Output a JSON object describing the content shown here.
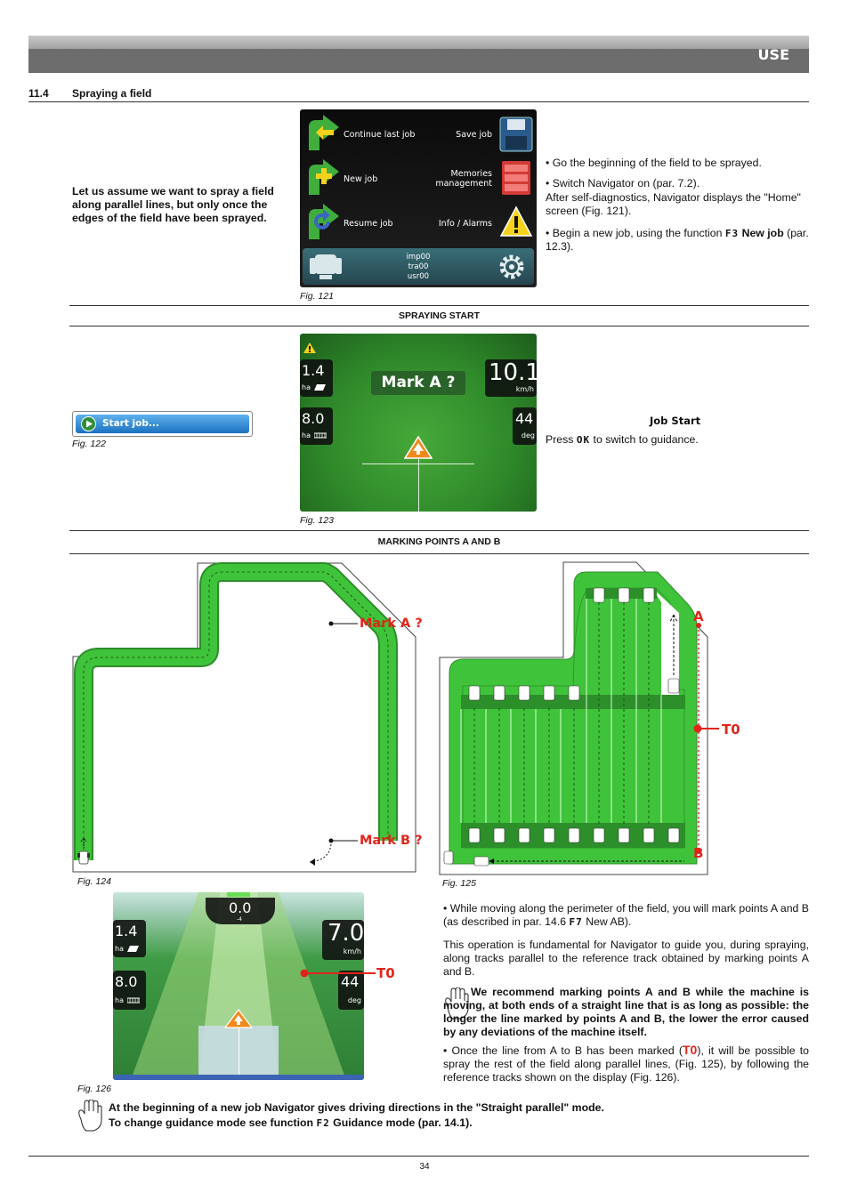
{
  "header": {
    "title": "USE"
  },
  "section": {
    "number": "11.4",
    "title": "Spraying a field"
  },
  "intro_text": "Let us assume we want to spray a field along parallel lines, but only once the edges of the field have been sprayed.",
  "home_screen": {
    "continue": "Continue last job",
    "save": "Save job",
    "new_job": "New job",
    "memories_1": "Memories",
    "memories_2": "management",
    "resume": "Resume job",
    "info": "Info / Alarms",
    "user_1": "imp00",
    "user_2": "tra00",
    "user_3": "usr00"
  },
  "fig121": "Fig. 121",
  "steps": {
    "s1": "• Go the beginning of the field to be sprayed.",
    "s2": "• Switch Navigator on (par. 7.2).",
    "s2b": "After self-diagnostics, Navigator displays the \"Home\" screen (Fig. 121).",
    "s3a": "• Begin a new job, using the function",
    "s3key": "F3",
    "s3b": "New job",
    "s3c": "(par. 12.3)."
  },
  "spraying_start": "SPRAYING START",
  "start_job_btn": "Start job...",
  "fig122": "Fig. 122",
  "guidance1": {
    "area1": "1.4",
    "unit1": "ha",
    "speed": "10.1",
    "speed_unit": "km/h",
    "area2": "8.0",
    "unit2": "ha",
    "heading": "44",
    "heading_unit": "deg",
    "prompt": "Mark A ?"
  },
  "fig123": "Fig. 123",
  "job_start": {
    "title": "Job Start",
    "press": "Press",
    "key": "OK",
    "rest": "to switch to guidance."
  },
  "marking_points": "MARKING POINTS A AND B",
  "fig124": {
    "mark_a": "Mark A ?",
    "mark_b": "Mark B ?",
    "caption": "Fig. 124"
  },
  "fig125": {
    "a": "A",
    "b": "B",
    "t0": "T0",
    "caption": "Fig. 125"
  },
  "guidance2": {
    "offset": "0.0",
    "offset_sub": "-4",
    "area1": "1.4",
    "unit1": "ha",
    "speed": "7.0",
    "speed_unit": "km/h",
    "area2": "8.0",
    "unit2": "ha",
    "heading": "44",
    "heading_unit": "deg",
    "t0": "T0"
  },
  "fig126": "Fig. 126",
  "body": {
    "p1a": "• While moving along the perimeter of the field, you will mark points A and B (as described in par. 14.6",
    "p1key": "F7",
    "p1b": "New AB).",
    "p2": "This operation is fundamental for Navigator to guide you, during spraying, along tracks parallel to the reference track obtained by marking points A and B.",
    "note1": "We recommend marking points A and B while the machine is moving, at both ends of a straight line that is as long as possible: the longer the line marked by points A and B, the lower the error caused by any deviations of the machine itself.",
    "p3a": "• Once the line from A to B has been marked (",
    "p3t0": "T0",
    "p3b": "), it will be possible to spray the rest of the field along parallel lines, (Fig. 125), by following the reference tracks shown on the display (Fig. 126)."
  },
  "note2": {
    "line1": "At the beginning of a new job Navigator gives driving directions in the \"Straight parallel\" mode.",
    "line2a": "To change guidance mode see function",
    "key": "F2",
    "line2b": "Guidance mode (par. 14.1)."
  },
  "page_number": "34"
}
